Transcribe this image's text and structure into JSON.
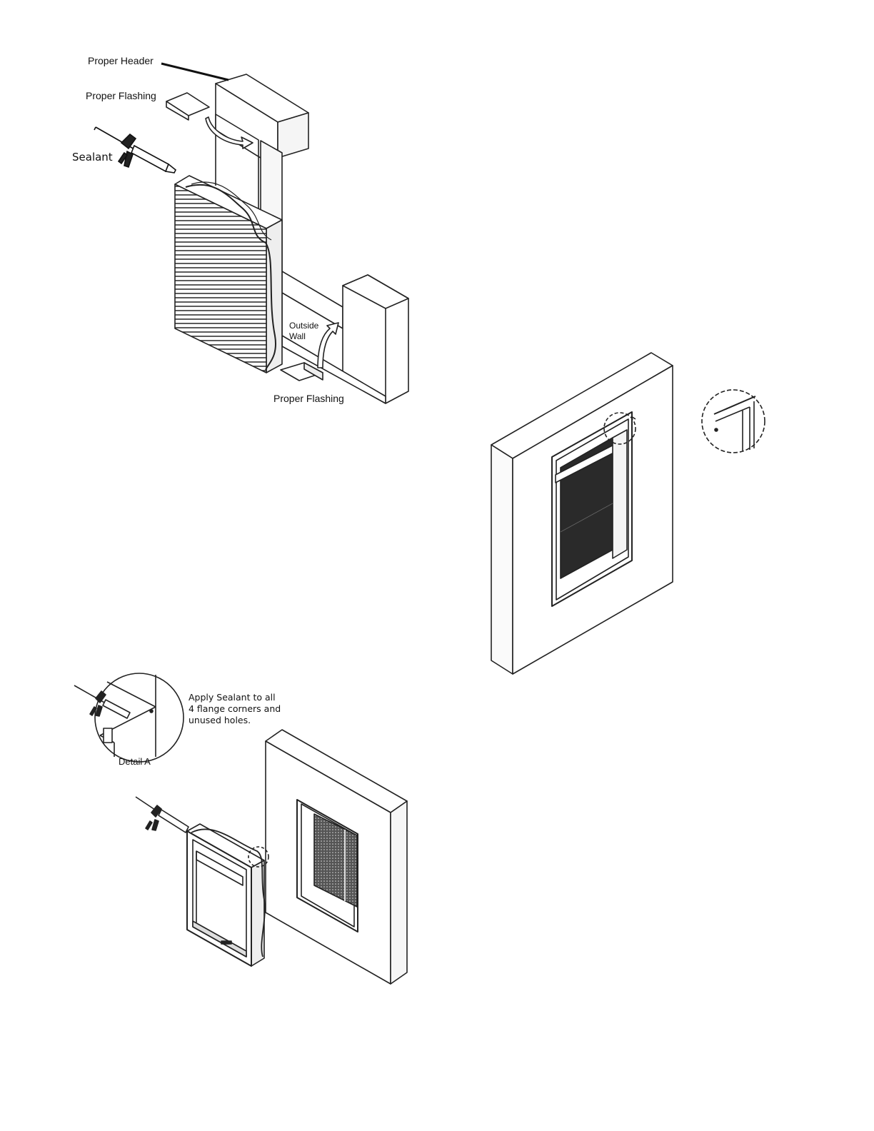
{
  "figure1": {
    "proper_header": "Proper Header",
    "proper_flashing_top": "Proper Flashing",
    "sealant": "Sealant",
    "outside_wall_line1": "Outside",
    "outside_wall_line2": "Wall",
    "proper_flashing_bottom": "Proper Flashing"
  },
  "figure3": {
    "instruction_line1": "Apply Sealant to all",
    "instruction_line2": "4 flange corners and",
    "instruction_line3": "unused holes.",
    "detail_label": "Detail A"
  },
  "colors": {
    "line": "#222222",
    "fill": "#ffffff",
    "grille": "#2a2a2a"
  }
}
